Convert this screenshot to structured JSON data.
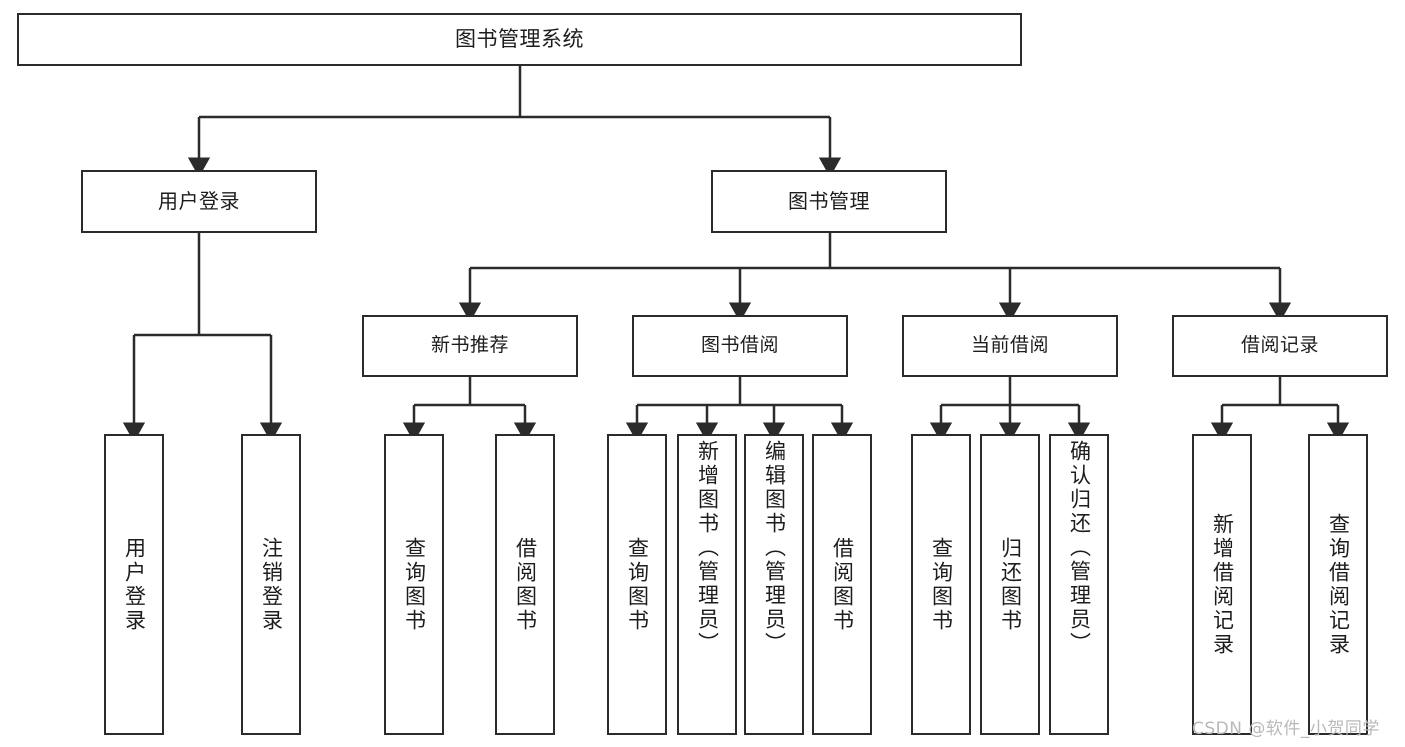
{
  "diagram": {
    "title": "图书管理系统",
    "type": "function-structure-tree",
    "watermark": "CSDN @软件_小贺同学",
    "colors": {
      "background": "#ffffff",
      "border": "#2b2b2b",
      "text": "#1d1d1d",
      "edge": "#2b2b2b",
      "watermark": "#b9b9b9"
    },
    "levels": {
      "root": {
        "label": "图书管理系统"
      },
      "level2": [
        {
          "label": "用户登录"
        },
        {
          "label": "图书管理"
        }
      ],
      "level3": [
        {
          "label": "新书推荐"
        },
        {
          "label": "图书借阅"
        },
        {
          "label": "当前借阅"
        },
        {
          "label": "借阅记录"
        }
      ],
      "leaves": {
        "user_login": [
          {
            "label": "用户登录"
          },
          {
            "label": "注销登录"
          }
        ],
        "new_book_recommend": [
          {
            "label": "查询图书"
          },
          {
            "label": "借阅图书"
          }
        ],
        "book_borrow": [
          {
            "label": "查询图书"
          },
          {
            "label": "新增图书（管理员）"
          },
          {
            "label": "编辑图书（管理员）"
          },
          {
            "label": "借阅图书"
          }
        ],
        "current_borrow": [
          {
            "label": "查询图书"
          },
          {
            "label": "归还图书"
          },
          {
            "label": "确认归还（管理员）"
          }
        ],
        "borrow_record": [
          {
            "label": "新增借阅记录"
          },
          {
            "label": "查询借阅记录"
          }
        ]
      }
    }
  }
}
